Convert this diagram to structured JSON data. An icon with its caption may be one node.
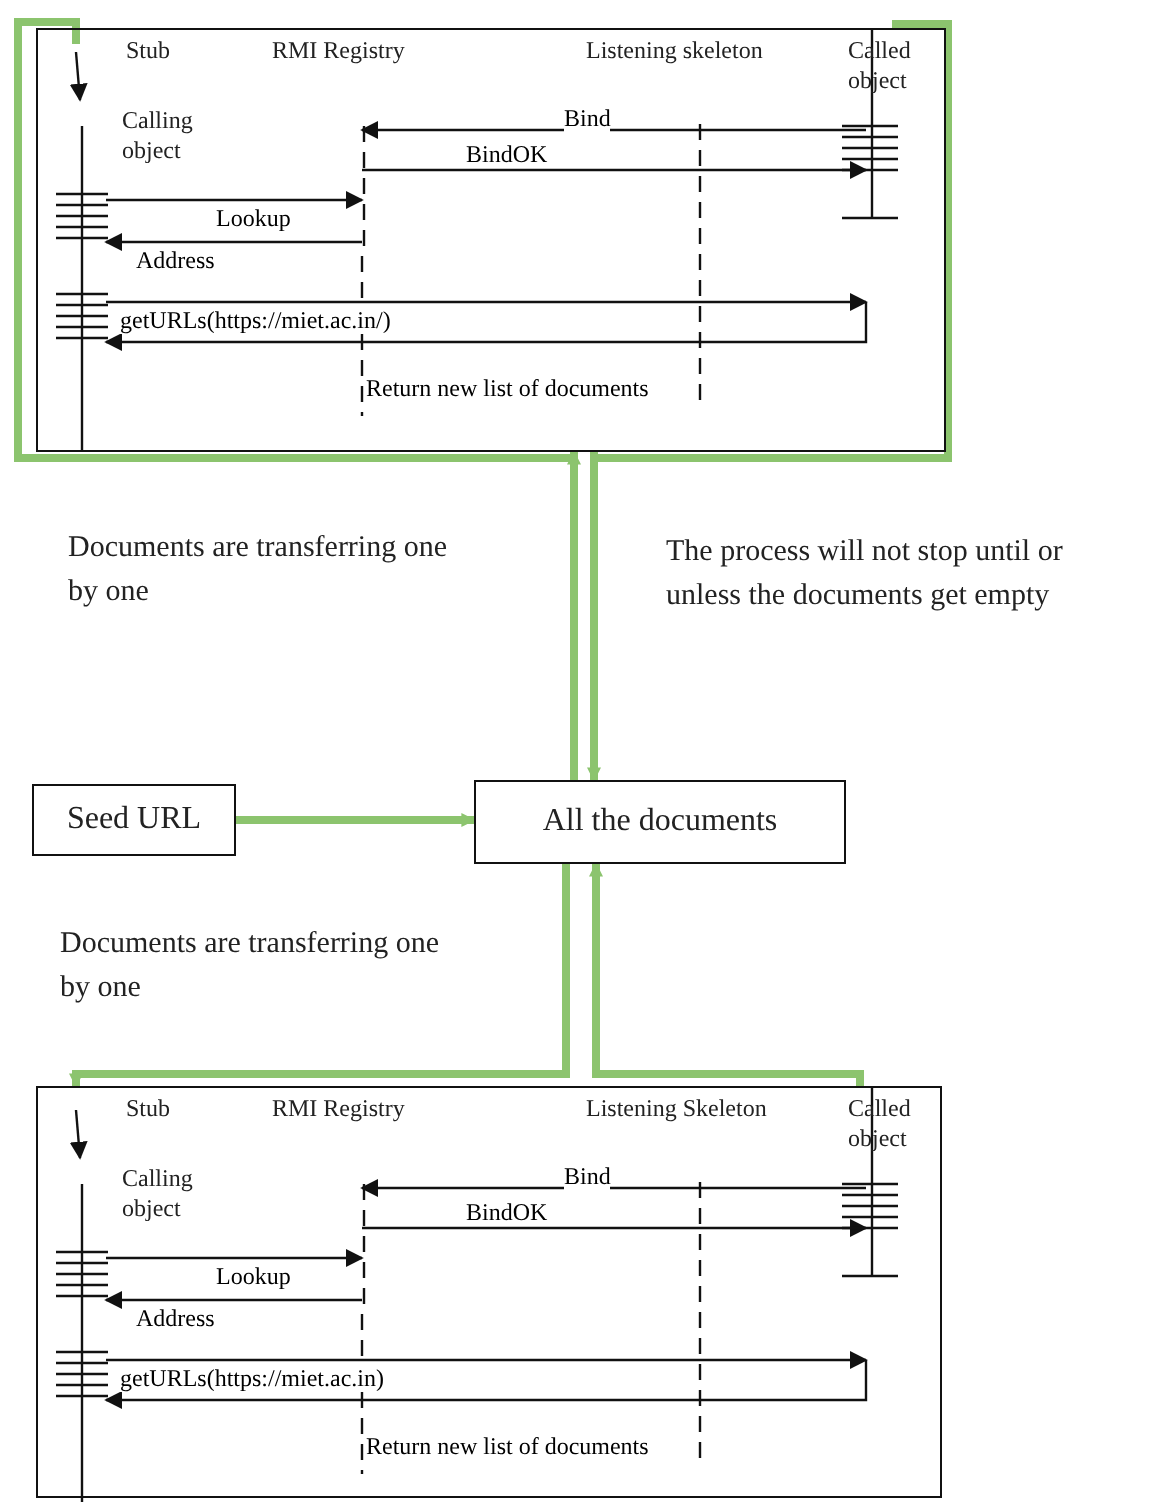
{
  "diagram": {
    "nodes": [
      {
        "text": [],
        "shape": "box"
      },
      {
        "text": [
          "Stub"
        ],
        "in": 0
      },
      {
        "text": [
          "RMI Registry"
        ],
        "in": 0
      },
      {
        "text": [
          "Listening skeleton"
        ],
        "in": 0
      },
      {
        "text": [
          "Called object"
        ],
        "in": 0
      },
      {
        "text": [
          "Calling object"
        ],
        "in": 0
      },
      {
        "text": [
          "Seed URL"
        ]
      },
      {
        "text": [
          "All the documents"
        ]
      },
      {
        "text": [],
        "shape": "box"
      },
      {
        "text": [
          "Stub"
        ],
        "in": 8
      },
      {
        "text": [
          "RMI Registry"
        ],
        "in": 8
      },
      {
        "text": [
          "Listening Skeleton"
        ],
        "in": 8
      },
      {
        "text": [
          "Called object"
        ],
        "in": 8
      },
      {
        "text": [
          "Calling object"
        ],
        "in": 8
      }
    ],
    "edges": [
      {
        "from": 4,
        "to": 2,
        "arrow": "to",
        "label": "Bind"
      },
      {
        "from": 2,
        "to": 4,
        "arrow": "to",
        "label": "BindOK"
      },
      {
        "from": 5,
        "to": 2,
        "arrow": "to",
        "label": "Lookup"
      },
      {
        "from": 2,
        "to": 5,
        "arrow": "to",
        "label": "Address"
      },
      {
        "from": 5,
        "to": 4,
        "arrow": "to",
        "label": "getURLs(https://miet.ac.in/)"
      },
      {
        "from": 4,
        "to": 5,
        "arrow": "to",
        "label": "Return new list of documents"
      },
      {
        "from": null,
        "to": 5,
        "arrow": "to"
      },
      {
        "from": 6,
        "to": 7,
        "arrow": "to",
        "style": "thick",
        "color": "#8cc46e"
      },
      {
        "from": 7,
        "to": 0,
        "arrow": "to",
        "style": "thick",
        "color": "#8cc46e"
      },
      {
        "from": 0,
        "to": 7,
        "arrow": "to",
        "style": "thick",
        "color": "#8cc46e"
      },
      {
        "from": 7,
        "to": 8,
        "arrow": "to",
        "style": "thick",
        "color": "#8cc46e"
      },
      {
        "from": 8,
        "to": 7,
        "arrow": "to",
        "style": "thick",
        "color": "#8cc46e"
      },
      {
        "from": 12,
        "to": 10,
        "arrow": "to",
        "label": "Bind"
      },
      {
        "from": 10,
        "to": 12,
        "arrow": "to",
        "label": "BindOK"
      },
      {
        "from": 13,
        "to": 10,
        "arrow": "to",
        "label": "Lookup"
      },
      {
        "from": 10,
        "to": 13,
        "arrow": "to",
        "label": "Address"
      },
      {
        "from": 13,
        "to": 12,
        "arrow": "to",
        "label": "getURLs(https://miet.ac.in)"
      },
      {
        "from": 12,
        "to": 13,
        "arrow": "to",
        "label": "Return new list of documents"
      },
      {
        "from": null,
        "to": 13,
        "arrow": "to"
      }
    ],
    "labels": [
      "Documents are transferring one by one",
      "The process will not stop until or unless the documents get empty",
      "Documents are transferring one by one"
    ]
  }
}
